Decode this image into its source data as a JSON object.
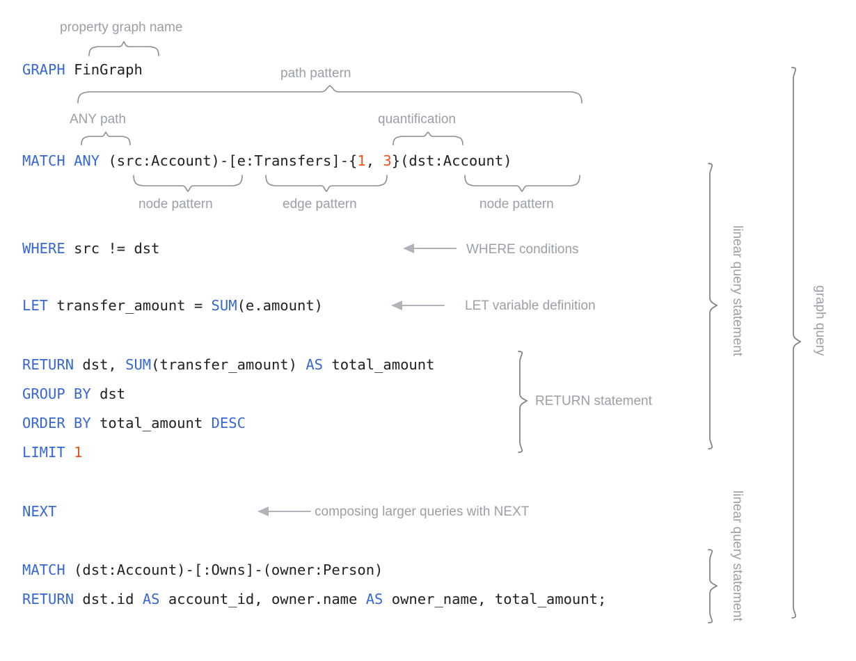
{
  "meta": {
    "kind": "annotated-code-diagram",
    "language": "GQL",
    "background": "#ffffff",
    "keyword_color": "#3767d6",
    "number_color": "#f4511e",
    "code_color": "#202124",
    "annotation_color": "#9aa0a6",
    "brace_color": "#7b7f83",
    "arrow_color": "#b0b4b8"
  },
  "code_lines": {
    "graph_line": {
      "keyword": "GRAPH",
      "name": "FinGraph",
      "full": "GRAPH FinGraph"
    },
    "match_line": {
      "keyword": "MATCH",
      "any": "ANY",
      "src_node": "(src:Account)",
      "dash1": "-",
      "edge": "[e:Transfers]",
      "dash2": "-",
      "quant_open": "{",
      "quant_low": "1",
      "quant_sep": ", ",
      "quant_high": "3",
      "quant_close": "}",
      "dst_node": "(dst:Account)",
      "full": "MATCH ANY (src:Account)-[e:Transfers]-{1, 3}(dst:Account)"
    },
    "where_line": {
      "keyword": "WHERE",
      "expr": "src != dst",
      "full": "WHERE src != dst"
    },
    "let_line": {
      "keyword": "LET",
      "var": "transfer_amount",
      "eq": "=",
      "fn": "SUM",
      "arg": "(e.amount)",
      "full": "LET transfer_amount = SUM(e.amount)"
    },
    "return_line": {
      "keyword": "RETURN",
      "item1": "dst, ",
      "fn": "SUM",
      "arg": "(transfer_amount) ",
      "as": "AS",
      "alias": " total_amount",
      "full": "RETURN dst, SUM(transfer_amount) AS total_amount"
    },
    "group_line": {
      "keyword": "GROUP BY",
      "expr": "dst",
      "full": "GROUP BY dst"
    },
    "order_line": {
      "keyword": "ORDER BY",
      "expr": "total_amount",
      "dir": "DESC",
      "full": "ORDER BY total_amount DESC"
    },
    "limit_line": {
      "keyword": "LIMIT",
      "value": "1",
      "full": "LIMIT 1"
    },
    "next_line": {
      "keyword": "NEXT",
      "full": "NEXT"
    },
    "match2_line": {
      "keyword": "MATCH",
      "pattern": " (dst:Account)-[:Owns]-(owner:Person)",
      "full": "MATCH (dst:Account)-[:Owns]-(owner:Person)"
    },
    "return2_line": {
      "keyword": "RETURN",
      "part1": " dst.id ",
      "as1": "AS",
      "part2": " account_id, owner.name ",
      "as2": "AS",
      "part3": " owner_name, total_amount;",
      "full": "RETURN dst.id AS account_id, owner.name AS owner_name, total_amount;"
    }
  },
  "annotations": {
    "property_graph_name": "property graph name",
    "path_pattern": "path pattern",
    "any_path": "ANY path",
    "quantification": "quantification",
    "node_pattern_left": "node pattern",
    "edge_pattern": "edge pattern",
    "node_pattern_right": "node pattern",
    "where_conditions": "WHERE conditions",
    "let_variable_definition": "LET variable definition",
    "return_statement": "RETURN statement",
    "composing_with_next": "composing larger queries with NEXT",
    "linear_query_statement_1": "linear query statement",
    "linear_query_statement_2": "linear query statement",
    "graph_query": "graph query"
  }
}
